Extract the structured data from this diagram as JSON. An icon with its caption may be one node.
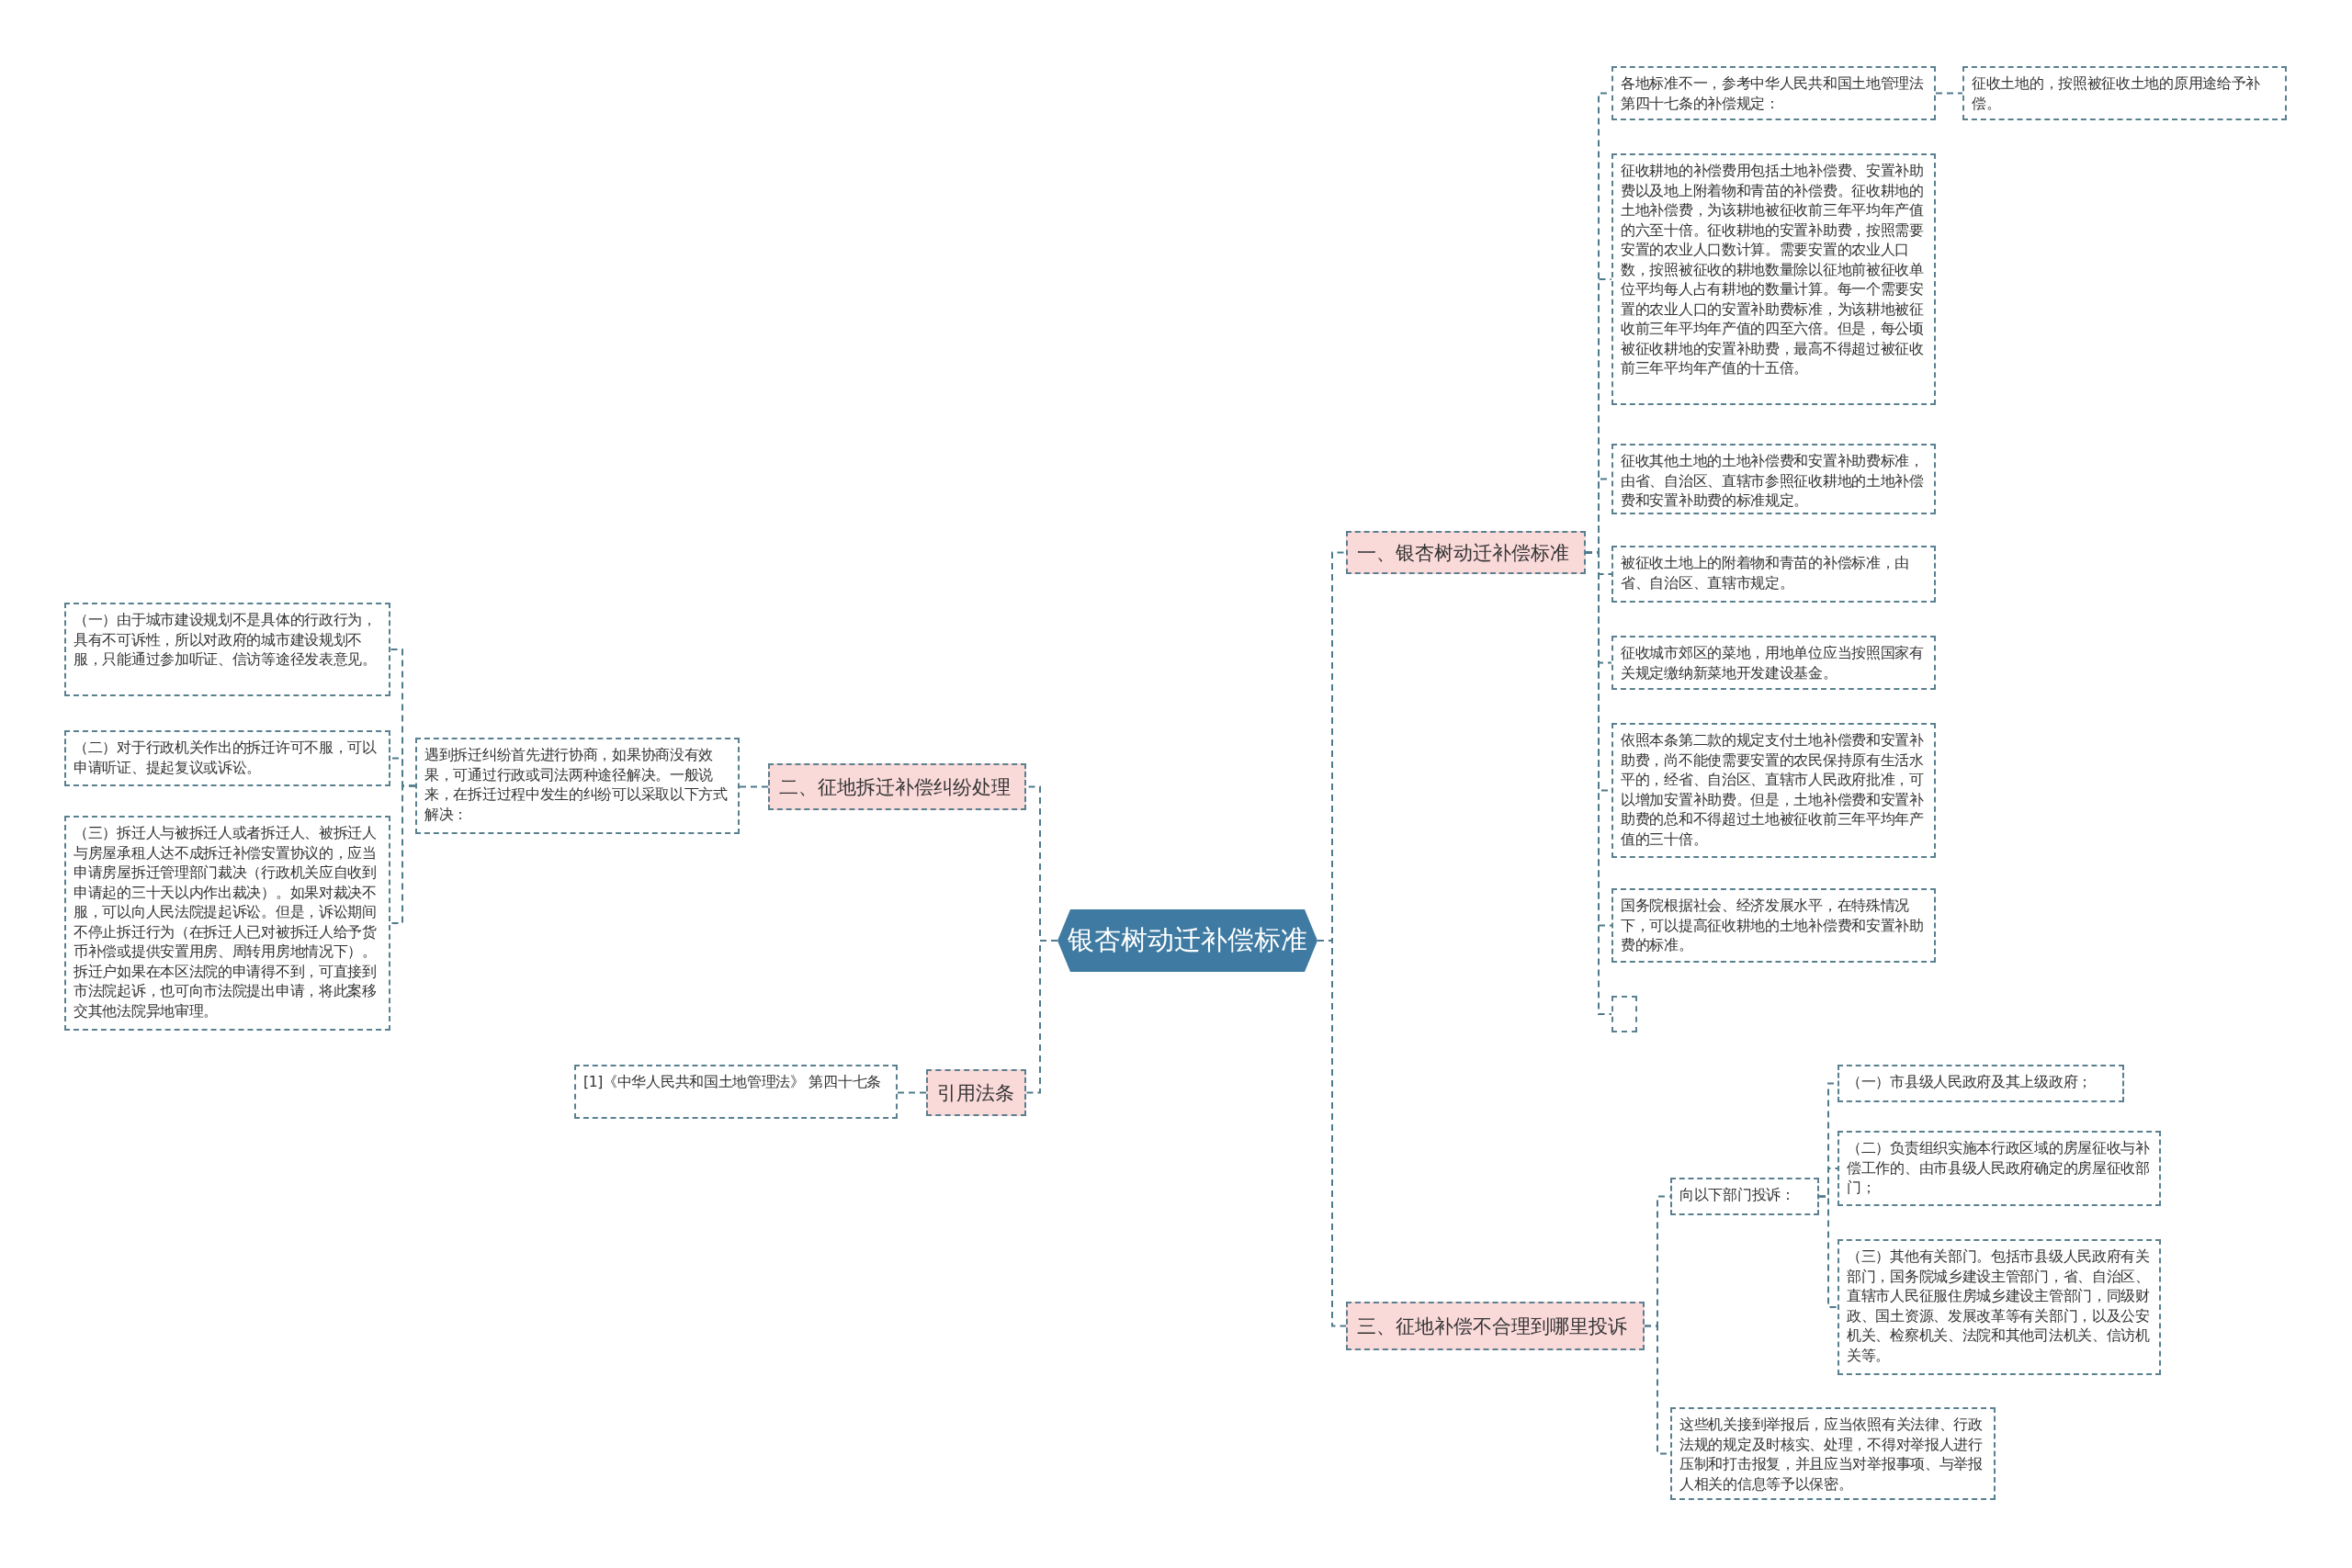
{
  "diagram": {
    "nodes": [
      {
        "text": [
          "银杏树动迁补偿标准"
        ]
      },
      {
        "text": [
          "一、银杏树动迁补偿标准"
        ]
      },
      {
        "text": [
          "各地标准不一，参考中华人民共和国土地管理法第四十七条的补偿规定："
        ]
      },
      {
        "text": [
          "征收土地的，按照被征收土地的原用途给予补偿。"
        ]
      },
      {
        "text": [
          "征收耕地的补偿费用包括土地补偿费、安置补助费以及地上附着物和青苗的补偿费。征收耕地的土地补偿费，为该耕地被征收前三年平均年产值的六至十倍。征收耕地的安置补助费，按照需要安置的农业人口数计算。需要安置的农业人口数，按照被征收的耕地数量除以征地前被征收单位平均每人占有耕地的数量计算。每一个需要安置的农业人口的安置补助费标准，为该耕地被征收前三年平均年产值的四至六倍。但是，每公顷被征收耕地的安置补助费，最高不得超过被征收前三年平均年产值的十五倍。"
        ]
      },
      {
        "text": [
          "征收其他土地的土地补偿费和安置补助费标准，由省、自治区、直辖市参照征收耕地的土地补偿费和安置补助费的标准规定。"
        ]
      },
      {
        "text": [
          "被征收土地上的附着物和青苗的补偿标准，由省、自治区、直辖市规定。"
        ]
      },
      {
        "text": [
          "征收城市郊区的菜地，用地单位应当按照国家有关规定缴纳新菜地开发建设基金。"
        ]
      },
      {
        "text": [
          "依照本条第二款的规定支付土地补偿费和安置补助费，尚不能使需要安置的农民保持原有生活水平的，经省、自治区、直辖市人民政府批准，可以增加安置补助费。但是，土地补偿费和安置补助费的总和不得超过土地被征收前三年平均年产值的三十倍。"
        ]
      },
      {
        "text": [
          "国务院根据社会、经济发展水平，在特殊情况下，可以提高征收耕地的土地补偿费和安置补助费的标准。"
        ]
      },
      {
        "text": [],
        "shape": "box"
      },
      {
        "text": [
          "三、征地补偿不合理到哪里投诉"
        ]
      },
      {
        "text": [
          "向以下部门投诉："
        ]
      },
      {
        "text": [
          "（一）市县级人民政府及其上级政府；"
        ]
      },
      {
        "text": [
          "（二）负责组织实施本行政区域的房屋征收与补偿工作的、由市县级人民政府确定的房屋征收部门；"
        ]
      },
      {
        "text": [
          "（三）其他有关部门。包括市县级人民政府有关部门，国务院城乡建设主管部门，省、自治区、直辖市人民征服住房城乡建设主管部门，同级财政、国土资源、发展改革等有关部门，以及公安机关、检察机关、法院和其他司法机关、信访机关等。"
        ]
      },
      {
        "text": [
          "这些机关接到举报后，应当依照有关法律、行政法规的规定及时核实、处理，不得对举报人进行压制和打击报复，并且应当对举报事项、与举报人相关的信息等予以保密。"
        ]
      },
      {
        "text": [
          "二、征地拆迁补偿纠纷处理"
        ]
      },
      {
        "text": [
          "遇到拆迁纠纷首先进行协商，如果协商没有效果，可通过行政或司法两种途径解决。一般说来，在拆迁过程中发生的纠纷可以采取以下方式解决："
        ]
      },
      {
        "text": [
          "（一）由于城市建设规划不是具体的行政行为，具有不可诉性，所以对政府的城市建设规划不服，只能通过参加听证、信访等途径发表意见。"
        ]
      },
      {
        "text": [
          "（二）对于行政机关作出的拆迁许可不服，可以申请听证、提起复议或诉讼。"
        ]
      },
      {
        "text": [
          "（三）拆迁人与被拆迁人或者拆迁人、被拆迁人与房屋承租人达不成拆迁补偿安置协议的，应当申请房屋拆迁管理部门裁决（行政机关应自收到申请起的三十天以内作出裁决）。如果对裁决不服，可以向人民法院提起诉讼。但是，诉讼期间不停止拆迁行为（在拆迁人已对被拆迁人给予货币补偿或提供安置用房、周转用房地情况下）。拆迁户如果在本区法院的申请得不到，可直接到市法院起诉，也可向市法院提出申请，将此案移交其他法院异地审理。"
        ]
      },
      {
        "text": [
          "引用法条"
        ]
      },
      {
        "text": [
          "[1]《中华人民共和国土地管理法》 第四十七条"
        ]
      }
    ],
    "edges": [
      {
        "from": 0,
        "to": 1,
        "arrow": "none"
      },
      {
        "from": 1,
        "to": 2,
        "arrow": "none"
      },
      {
        "from": 2,
        "to": 3,
        "arrow": "none"
      },
      {
        "from": 1,
        "to": 4,
        "arrow": "none"
      },
      {
        "from": 1,
        "to": 5,
        "arrow": "none"
      },
      {
        "from": 1,
        "to": 6,
        "arrow": "none"
      },
      {
        "from": 1,
        "to": 7,
        "arrow": "none"
      },
      {
        "from": 1,
        "to": 8,
        "arrow": "none"
      },
      {
        "from": 1,
        "to": 9,
        "arrow": "none"
      },
      {
        "from": 1,
        "to": 10,
        "arrow": "none"
      },
      {
        "from": 0,
        "to": 11,
        "arrow": "none"
      },
      {
        "from": 11,
        "to": 12,
        "arrow": "none"
      },
      {
        "from": 12,
        "to": 13,
        "arrow": "none"
      },
      {
        "from": 12,
        "to": 14,
        "arrow": "none"
      },
      {
        "from": 12,
        "to": 15,
        "arrow": "none"
      },
      {
        "from": 11,
        "to": 16,
        "arrow": "none"
      },
      {
        "from": 0,
        "to": 17,
        "arrow": "none"
      },
      {
        "from": 17,
        "to": 18,
        "arrow": "none"
      },
      {
        "from": 18,
        "to": 19,
        "arrow": "none"
      },
      {
        "from": 18,
        "to": 20,
        "arrow": "none"
      },
      {
        "from": 18,
        "to": 21,
        "arrow": "none"
      },
      {
        "from": 0,
        "to": 22,
        "arrow": "none"
      },
      {
        "from": 22,
        "to": 23,
        "arrow": "none"
      }
    ]
  }
}
